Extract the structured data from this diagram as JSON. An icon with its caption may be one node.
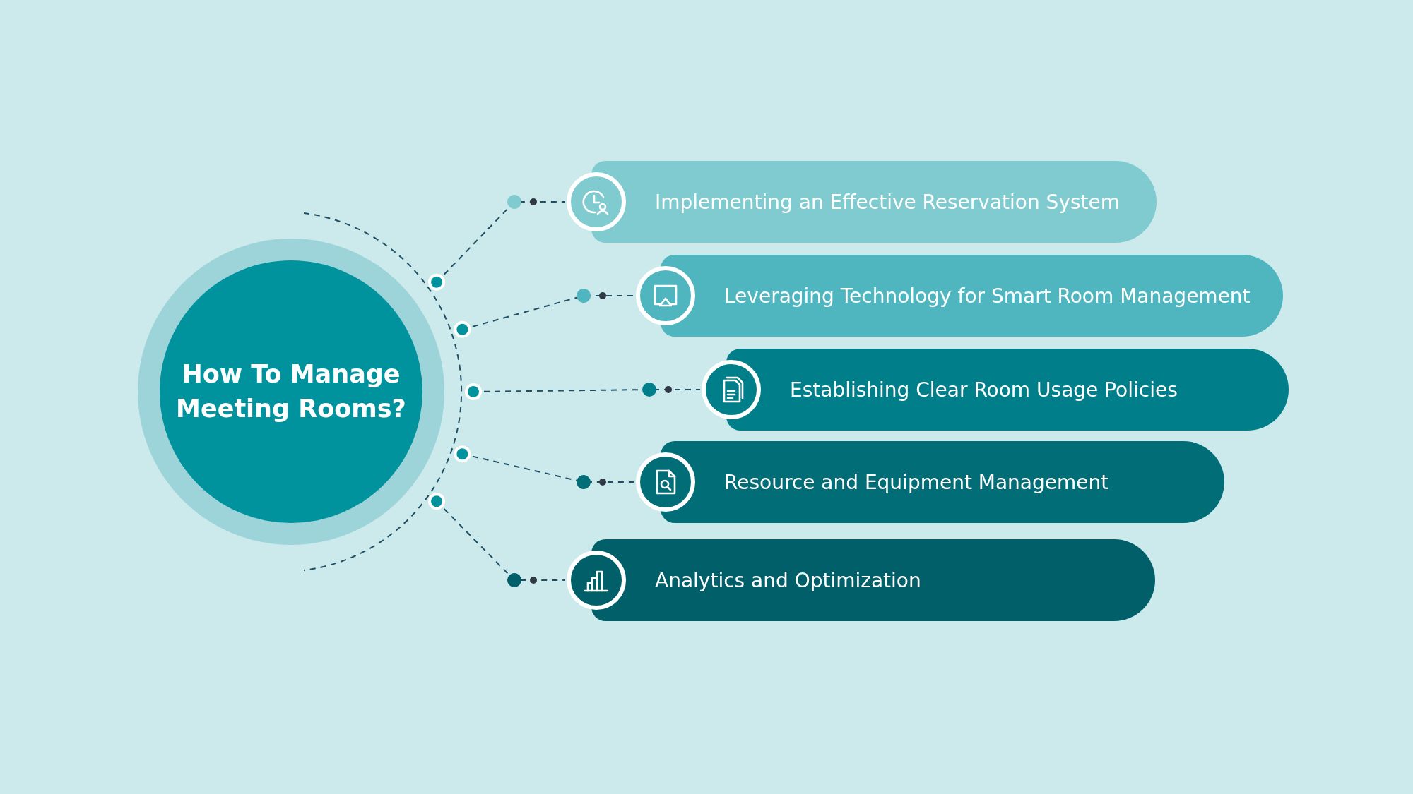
{
  "diagram": {
    "nodes": [
      {
        "text": [
          "How To Manage Meeting Rooms?"
        ]
      },
      {
        "text": [
          "Implementing an Effective Reservation System"
        ]
      },
      {
        "text": [
          "Leveraging Technology for Smart Room Management"
        ]
      },
      {
        "text": [
          "Establishing Clear Room Usage Policies"
        ]
      },
      {
        "text": [
          "Resource and Equipment Management"
        ]
      },
      {
        "text": [
          "Analytics and Optimization"
        ]
      }
    ],
    "edges": [
      {
        "from": 0,
        "to": 1,
        "arrow": "other",
        "style": "dashed"
      },
      {
        "from": 0,
        "to": 2,
        "arrow": "other",
        "style": "dashed"
      },
      {
        "from": 0,
        "to": 3,
        "arrow": "other",
        "style": "dashed"
      },
      {
        "from": 0,
        "to": 4,
        "arrow": "other",
        "style": "dashed"
      },
      {
        "from": 0,
        "to": 5,
        "arrow": "other",
        "style": "dashed"
      }
    ]
  }
}
